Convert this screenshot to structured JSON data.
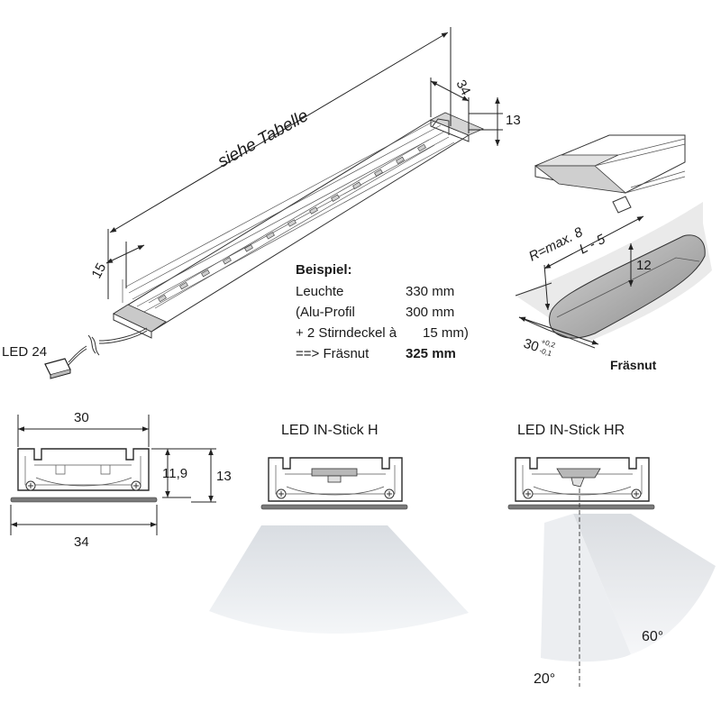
{
  "top_drawing": {
    "length_label": "siehe Tabelle",
    "width_label": "34",
    "height_label": "13",
    "end_label": "15",
    "connector_label": "LED 24"
  },
  "example": {
    "title": "Beispiel:",
    "rows": [
      {
        "label": "Leuchte",
        "value": "330 mm"
      },
      {
        "label": "(Alu-Profil",
        "value": "300 mm"
      },
      {
        "label": "+ 2 Stirndeckel à",
        "value": "15 mm)"
      },
      {
        "label": "==> Fräsnut",
        "value": "325 mm"
      }
    ]
  },
  "groove_drawing": {
    "radius_label": "R=max. 8",
    "length_label": "L - 5",
    "depth_label": "12",
    "width_label": "30",
    "tol_upper": "+0,2",
    "tol_lower": "-0,1",
    "caption": "Fräsnut"
  },
  "cross_sections": {
    "width_top": "30",
    "width_bottom": "34",
    "height_inner": "11,9",
    "height_outer": "13",
    "title_h": "LED IN-Stick H",
    "title_hr": "LED IN-Stick HR",
    "angle_60": "60°",
    "angle_20": "20°"
  }
}
